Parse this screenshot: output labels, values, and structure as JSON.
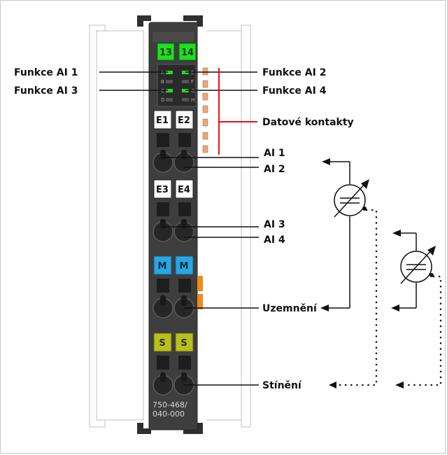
{
  "labels": {
    "funkce_ai1": "Funkce AI 1",
    "funkce_ai2": "Funkce AI 2",
    "funkce_ai3": "Funkce AI 3",
    "funkce_ai4": "Funkce AI 4",
    "datove_kontakty": "Datové kontakty",
    "ai1": "AI 1",
    "ai2": "AI 2",
    "ai3": "AI 3",
    "ai4": "AI 4",
    "uzemneni": "Uzemnění",
    "stineni": "Stínění"
  },
  "module": {
    "led_numbers": [
      "13",
      "14"
    ],
    "led_letters_left": [
      "A",
      "B",
      "C",
      "D"
    ],
    "led_letters_right": [
      "E",
      "F",
      "G",
      "H"
    ],
    "terminals_e": [
      "E1",
      "E2"
    ],
    "terminals_e2": [
      "E3",
      "E4"
    ],
    "terminals_m": [
      "M",
      "M"
    ],
    "terminals_s": [
      "S",
      "S"
    ],
    "part_line1": "750-468/",
    "part_line2": "040-000"
  },
  "colors": {
    "module_body": "#3e3e3e",
    "led_green": "#22dd22",
    "terminal_blue": "#2aa6e0",
    "terminal_olive": "#b9bf1f",
    "data_contact_line": "#ee1111",
    "data_contact_pins": "#e8a77a",
    "orange_marker": "#f08a1c"
  }
}
